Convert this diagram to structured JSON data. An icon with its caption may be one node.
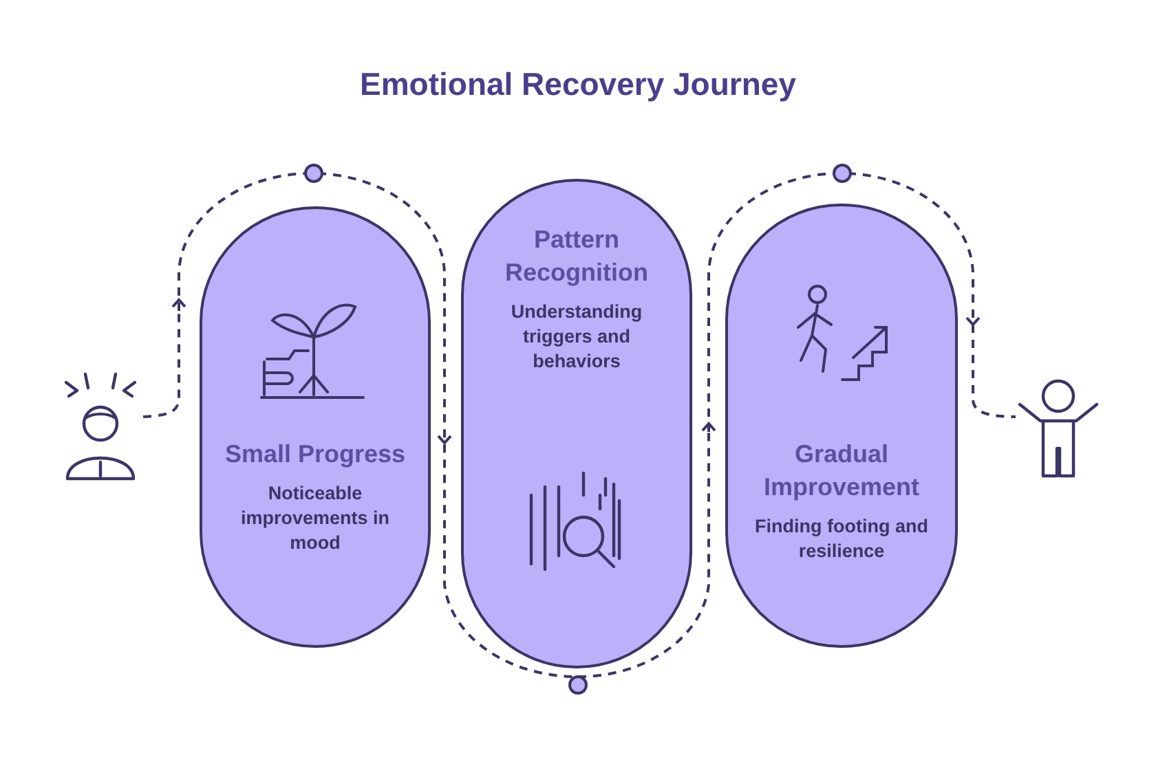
{
  "diagram": {
    "title": "Emotional Recovery Journey",
    "nodes": [
      {
        "text": [],
        "shape": "person"
      },
      {
        "text": [
          "Small Progress",
          "Noticeable improvements in mood"
        ]
      },
      {
        "text": [
          "Pattern Recognition",
          "Understanding triggers and behaviors"
        ]
      },
      {
        "text": [
          "Gradual Improvement",
          "Finding footing and resilience"
        ]
      },
      {
        "text": [],
        "shape": "person"
      }
    ],
    "edges": [
      {
        "from": 0,
        "to": 1,
        "arrow": "to",
        "style": "dashed"
      },
      {
        "from": 1,
        "to": 2,
        "arrow": "to",
        "style": "dashed"
      },
      {
        "from": 2,
        "to": 3,
        "arrow": "to",
        "style": "dashed"
      },
      {
        "from": 3,
        "to": 4,
        "arrow": "to",
        "style": "dashed"
      }
    ]
  }
}
